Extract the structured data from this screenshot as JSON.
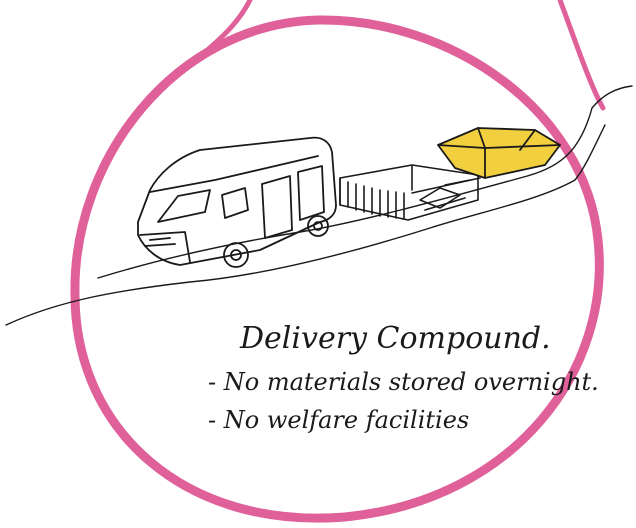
{
  "annotation": {
    "title": "Delivery Compound.",
    "notes": [
      "- No materials stored overnight.",
      "- No welfare facilities"
    ]
  },
  "illustration": {
    "items": [
      "van-icon",
      "open-storage-crate-icon",
      "yellow-skip-icon"
    ]
  },
  "colors": {
    "circle": "#e0609a",
    "skip_fill": "#f2cf3f",
    "ink": "#1a1a1a",
    "background": "#ffffff"
  }
}
